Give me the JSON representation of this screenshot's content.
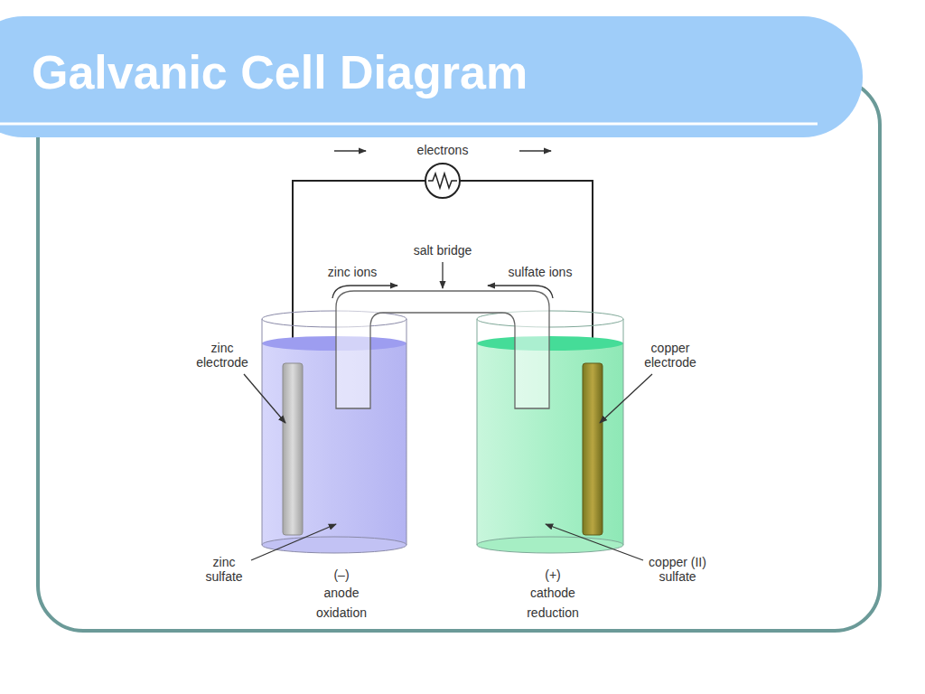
{
  "diagram": {
    "title": "Galvanic Cell Diagram",
    "labels": [
      "electrons",
      "salt bridge",
      "zinc ions",
      "sulfate ions",
      "zinc electrode",
      "copper electrode",
      "zinc sulfate",
      "copper (II) sulfate",
      "(–)",
      "anode",
      "oxidation",
      "(+)",
      "cathode",
      "reduction"
    ]
  }
}
